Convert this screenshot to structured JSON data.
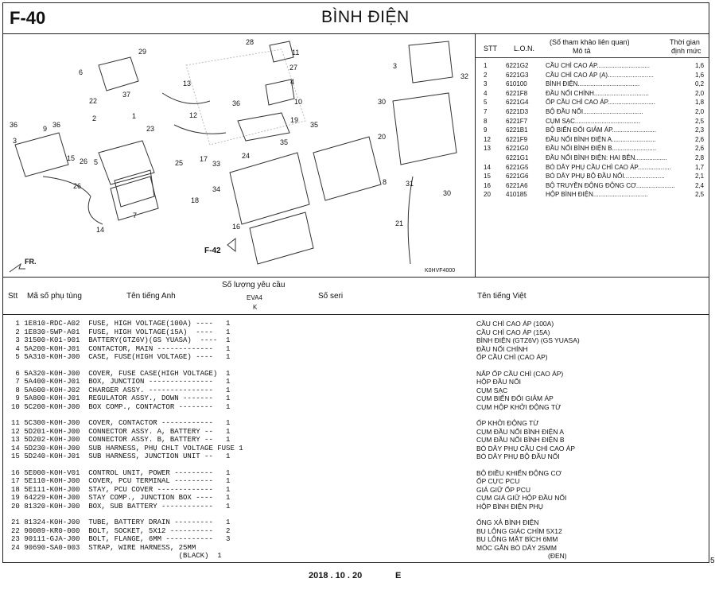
{
  "header": {
    "figure_number": "F-40",
    "title": "BÌNH ĐIỆN"
  },
  "diagram": {
    "code": "K0HVF4000",
    "ref": "F-42",
    "front": "FR.",
    "callouts": [
      "29",
      "6",
      "37",
      "22",
      "2",
      "1",
      "23",
      "36",
      "9",
      "36",
      "3",
      "15",
      "26",
      "5",
      "26",
      "7",
      "14",
      "13",
      "12",
      "28",
      "11",
      "27",
      "4",
      "36",
      "10",
      "19",
      "35",
      "35",
      "24",
      "33",
      "17",
      "25",
      "34",
      "18",
      "16",
      "3",
      "32",
      "30",
      "20",
      "31",
      "8",
      "30",
      "21"
    ]
  },
  "labor_table": {
    "headers": {
      "stt": "STT",
      "lon": "L.O.N.",
      "desc_line1": "(Số tham khảo liên quan)",
      "desc_line2": "Mô tả",
      "time_line1": "Thời gian",
      "time_line2": "định mức"
    },
    "rows": [
      {
        "stt": "1",
        "lon": "6221G2",
        "desc": "CẦU CHÌ CAO ÁP",
        "time": "1,6"
      },
      {
        "stt": "2",
        "lon": "6221G3",
        "desc": "CẦU CHÌ CAO ÁP (A)",
        "time": "1,6"
      },
      {
        "stt": "3",
        "lon": "610100",
        "desc": "BÌNH ĐIỆN",
        "time": "0,2"
      },
      {
        "stt": "4",
        "lon": "6221F8",
        "desc": "ĐẦU NỐI CHÍNH",
        "time": "2,0"
      },
      {
        "stt": "5",
        "lon": "6221G4",
        "desc": "ỐP CẦU CHÌ CAO ÁP",
        "time": "1,8"
      },
      {
        "stt": "7",
        "lon": "6221D3",
        "desc": "BỘ ĐẦU NỐI",
        "time": "2,0"
      },
      {
        "stt": "8",
        "lon": "6221F7",
        "desc": "CỤM SẠC",
        "time": "2,5"
      },
      {
        "stt": "9",
        "lon": "6221B1",
        "desc": "BỘ BIẾN ĐỔI GIẢM ÁP",
        "time": "2,3"
      },
      {
        "stt": "12",
        "lon": "6221F9",
        "desc": "ĐẦU NỐI BÌNH ĐIỆN A",
        "time": "2,6"
      },
      {
        "stt": "13",
        "lon": "6221G0",
        "desc": "ĐẦU NỐI BÌNH ĐIỆN B",
        "time": "2,6"
      },
      {
        "stt": "",
        "lon": "6221G1",
        "desc": "ĐẦU NỐI BÌNH ĐIỆN: HAI BÊN",
        "time": "2,8"
      },
      {
        "stt": "14",
        "lon": "6221G5",
        "desc": "BÓ DÂY PHỤ CẦU CHÌ CAO ÁP",
        "time": "1,7"
      },
      {
        "stt": "15",
        "lon": "6221G6",
        "desc": "BÓ DÂY PHỤ BỘ ĐẦU NỐI",
        "time": "2,1"
      },
      {
        "stt": "16",
        "lon": "6221A6",
        "desc": "BỘ TRUYỀN ĐỘNG ĐỘNG CƠ",
        "time": "2,4"
      },
      {
        "stt": "20",
        "lon": "410185",
        "desc": "HỘP BÌNH ĐIỆN",
        "time": "2,5"
      }
    ]
  },
  "parts_table": {
    "headers": {
      "stt": "Stt",
      "part_no": "Mã số phụ tùng",
      "english": "Tên tiếng Anh",
      "qty": "Số lượng yêu cầu",
      "model": "EVA4",
      "type": "K",
      "serial": "Số seri",
      "vietnamese": "Tên tiếng Việt"
    },
    "rows": [
      {
        "line": " 1 1E810-RDC-A02  FUSE, HIGH VOLTAGE(100A) ----   1",
        "viet": "CẦU CHÌ CAO ÁP (100A)"
      },
      {
        "line": " 2 1E830-5WP-A01  FUSE, HIGH VOLTAGE(15A)  ----   1",
        "viet": "CẦU CHÌ CAO ÁP (15A)"
      },
      {
        "line": " 3 31500-K01-901  BATTERY(GTZ6V)(GS YUASA)  ----  1",
        "viet": "BÌNH ĐIỆN (GTZ6V) (GS YUASA)"
      },
      {
        "line": " 4 5A200-K0H-J01  CONTACTOR, MAIN -------------   1",
        "viet": "ĐẦU NỐI CHÍNH"
      },
      {
        "line": " 5 5A310-K0H-J00  CASE, FUSE(HIGH VOLTAGE) ----   1",
        "viet": "ỐP CẦU CHÌ (CAO ÁP)"
      },
      {
        "line": " 6 5A320-K0H-J00  COVER, FUSE CASE(HIGH VOLTAGE)  1",
        "viet": "NẮP ỐP CẦU CHÌ (CAO ÁP)"
      },
      {
        "line": " 7 5A400-K0H-J01  BOX, JUNCTION ---------------   1",
        "viet": "HỘP ĐẦU NỐI"
      },
      {
        "line": " 8 5A600-K0H-J02  CHARGER ASSY. ---------------   1",
        "viet": "CỤM SẠC"
      },
      {
        "line": " 9 5A800-K0H-J01  REGULATOR ASSY., DOWN -------   1",
        "viet": "CỤM BIẾN ĐỔI GIẢM ÁP"
      },
      {
        "line": "10 5C200-K0H-J00  BOX COMP., CONTACTOR --------   1",
        "viet": "CỤM HỘP KHỞI ĐỘNG TỪ"
      },
      {
        "line": "11 5C300-K0H-J00  COVER, CONTACTOR ------------   1",
        "viet": "ỐP KHỞI ĐỘNG TỪ"
      },
      {
        "line": "12 5D201-K0H-J00  CONNECTOR ASSY. A, BATTERY --   1",
        "viet": "CỤM ĐẦU NỐI BÌNH ĐIỆN A"
      },
      {
        "line": "13 5D202-K0H-J00  CONNECTOR ASSY. B, BATTERY --   1",
        "viet": "CỤM ĐẦU NỐI BÌNH ĐIỆN B"
      },
      {
        "line": "14 5D230-K0H-J00  SUB HARNESS, PHỤ CHLT VOLTAGE FUSE 1",
        "viet": "BÓ DÂY PHỤ CẦU CHÌ CAO ÁP"
      },
      {
        "line": "15 5D240-K0H-J01  SUB HARNESS, JUNCTION UNIT --   1",
        "viet": "BÓ DÂY PHỤ BỘ ĐẦU NỐI"
      },
      {
        "line": "16 5E000-K0H-V01  CONTROL UNIT, POWER ---------   1",
        "viet": "BỘ ĐIỀU KHIỂN ĐỘNG CƠ"
      },
      {
        "line": "17 5E110-K0H-J00  COVER, PCU TERMINAL ---------   1",
        "viet": "ỐP CỰC PCU"
      },
      {
        "line": "18 5E111-K0H-J00  STAY, PCU COVER -------------   1",
        "viet": "GIÁ GIỮ ỐP PCU"
      },
      {
        "line": "19 64229-K0H-J00  STAY COMP., JUNCTION BOX ----   1",
        "viet": "CỤM GIÁ GIỮ HỘP ĐẦU NỐI"
      },
      {
        "line": "20 81320-K0H-J00  BOX, SUB BATTERY ------------   1",
        "viet": "HỘP BÌNH ĐIỆN PHỤ"
      },
      {
        "line": "21 81324-K0H-J00  TUBE, BATTERY DRAIN ---------   1",
        "viet": "ỐNG XẢ BÌNH ĐIỆN"
      },
      {
        "line": "22 90089-KR0-000  BOLT, SOCKET, 5X12 ----------   2",
        "viet": "BU LÔNG GIÁC CHÌM 5X12"
      },
      {
        "line": "23 90111-GJA-J00  BOLT, FLANGE, 6MM -----------   3",
        "viet": "BU LÔNG MẶT BÍCH 6MM"
      },
      {
        "line": "24 90690-SA0-003  STRAP, WIRE HARNESS, 25MM",
        "viet": "MÓC GẮN BÓ DÂY 25MM"
      },
      {
        "line": "                                       (BLACK)  1",
        "viet": "(ĐEN)"
      }
    ]
  },
  "footer": {
    "date": "2018 . 10 . 20",
    "edition": "E",
    "side_mark": "5"
  }
}
